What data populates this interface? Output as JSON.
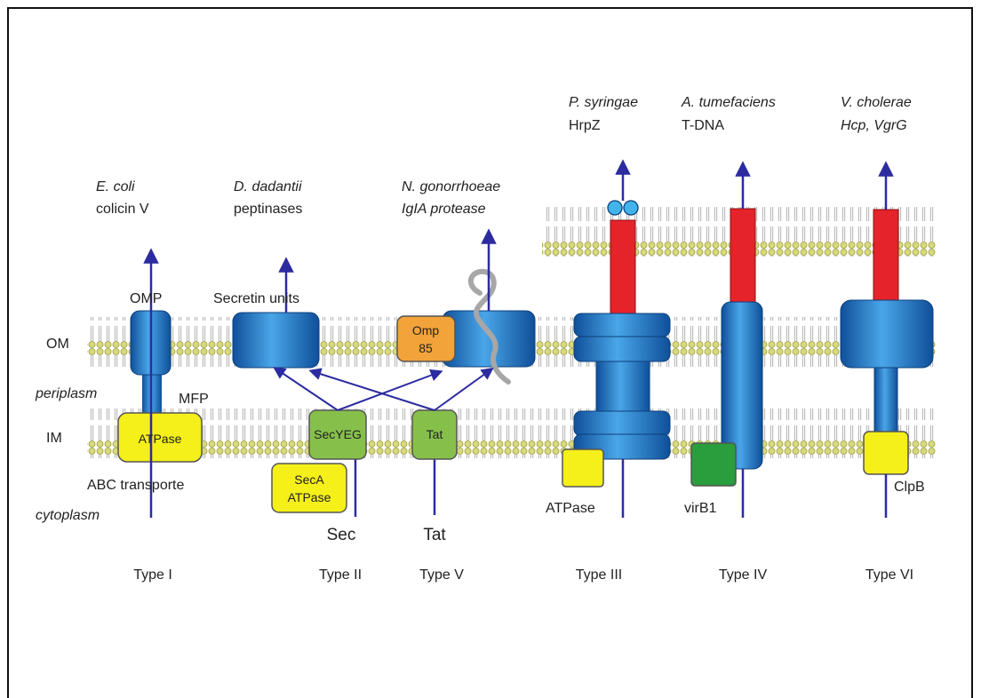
{
  "labels": {
    "om": "OM",
    "periplasm": "periplasm",
    "im": "IM",
    "cytoplasm": "cytoplasm"
  },
  "type1": {
    "species": "E. coli",
    "substrate": "colicin V",
    "omp": "OMP",
    "mfp": "MFP",
    "atpase": "ATPase",
    "transporter": "ABC transporte",
    "type_label": "Type I"
  },
  "type2": {
    "species": "D. dadantii",
    "substrate": "peptinases",
    "secretin": "Secretin units",
    "secyeg": "SecYEG",
    "seca_line1": "SecA",
    "seca_line2": "ATPase",
    "sec": "Sec",
    "type_label": "Type II"
  },
  "type5": {
    "species": "N. gonorrhoeae",
    "substrate": "IgIA protease",
    "omp85_line1": "Omp",
    "omp85_line2": "85",
    "tat_box": "Tat",
    "tat": "Tat",
    "type_label": "Type V"
  },
  "type3": {
    "species": "P. syringae",
    "substrate": "HrpZ",
    "atpase": "ATPase",
    "type_label": "Type III"
  },
  "type4": {
    "species": "A. tumefaciens",
    "substrate": "T-DNA",
    "virb1": "virB1",
    "type_label": "Type IV"
  },
  "type6": {
    "species": "V. cholerae",
    "substrate": "Hcp, VgrG",
    "clpb": "ClpB",
    "type_label": "Type VI"
  },
  "colors": {
    "arrow": "#2c2ca0",
    "channel_blue": "#1f6fc0",
    "atpase_yellow": "#f5ef1a",
    "sec_green": "#86c04a",
    "omp85_orange": "#f2a33a",
    "needle_red": "#e5232a",
    "virb1_green": "#2a9d3c",
    "lipid_head": "#d7da7c"
  }
}
